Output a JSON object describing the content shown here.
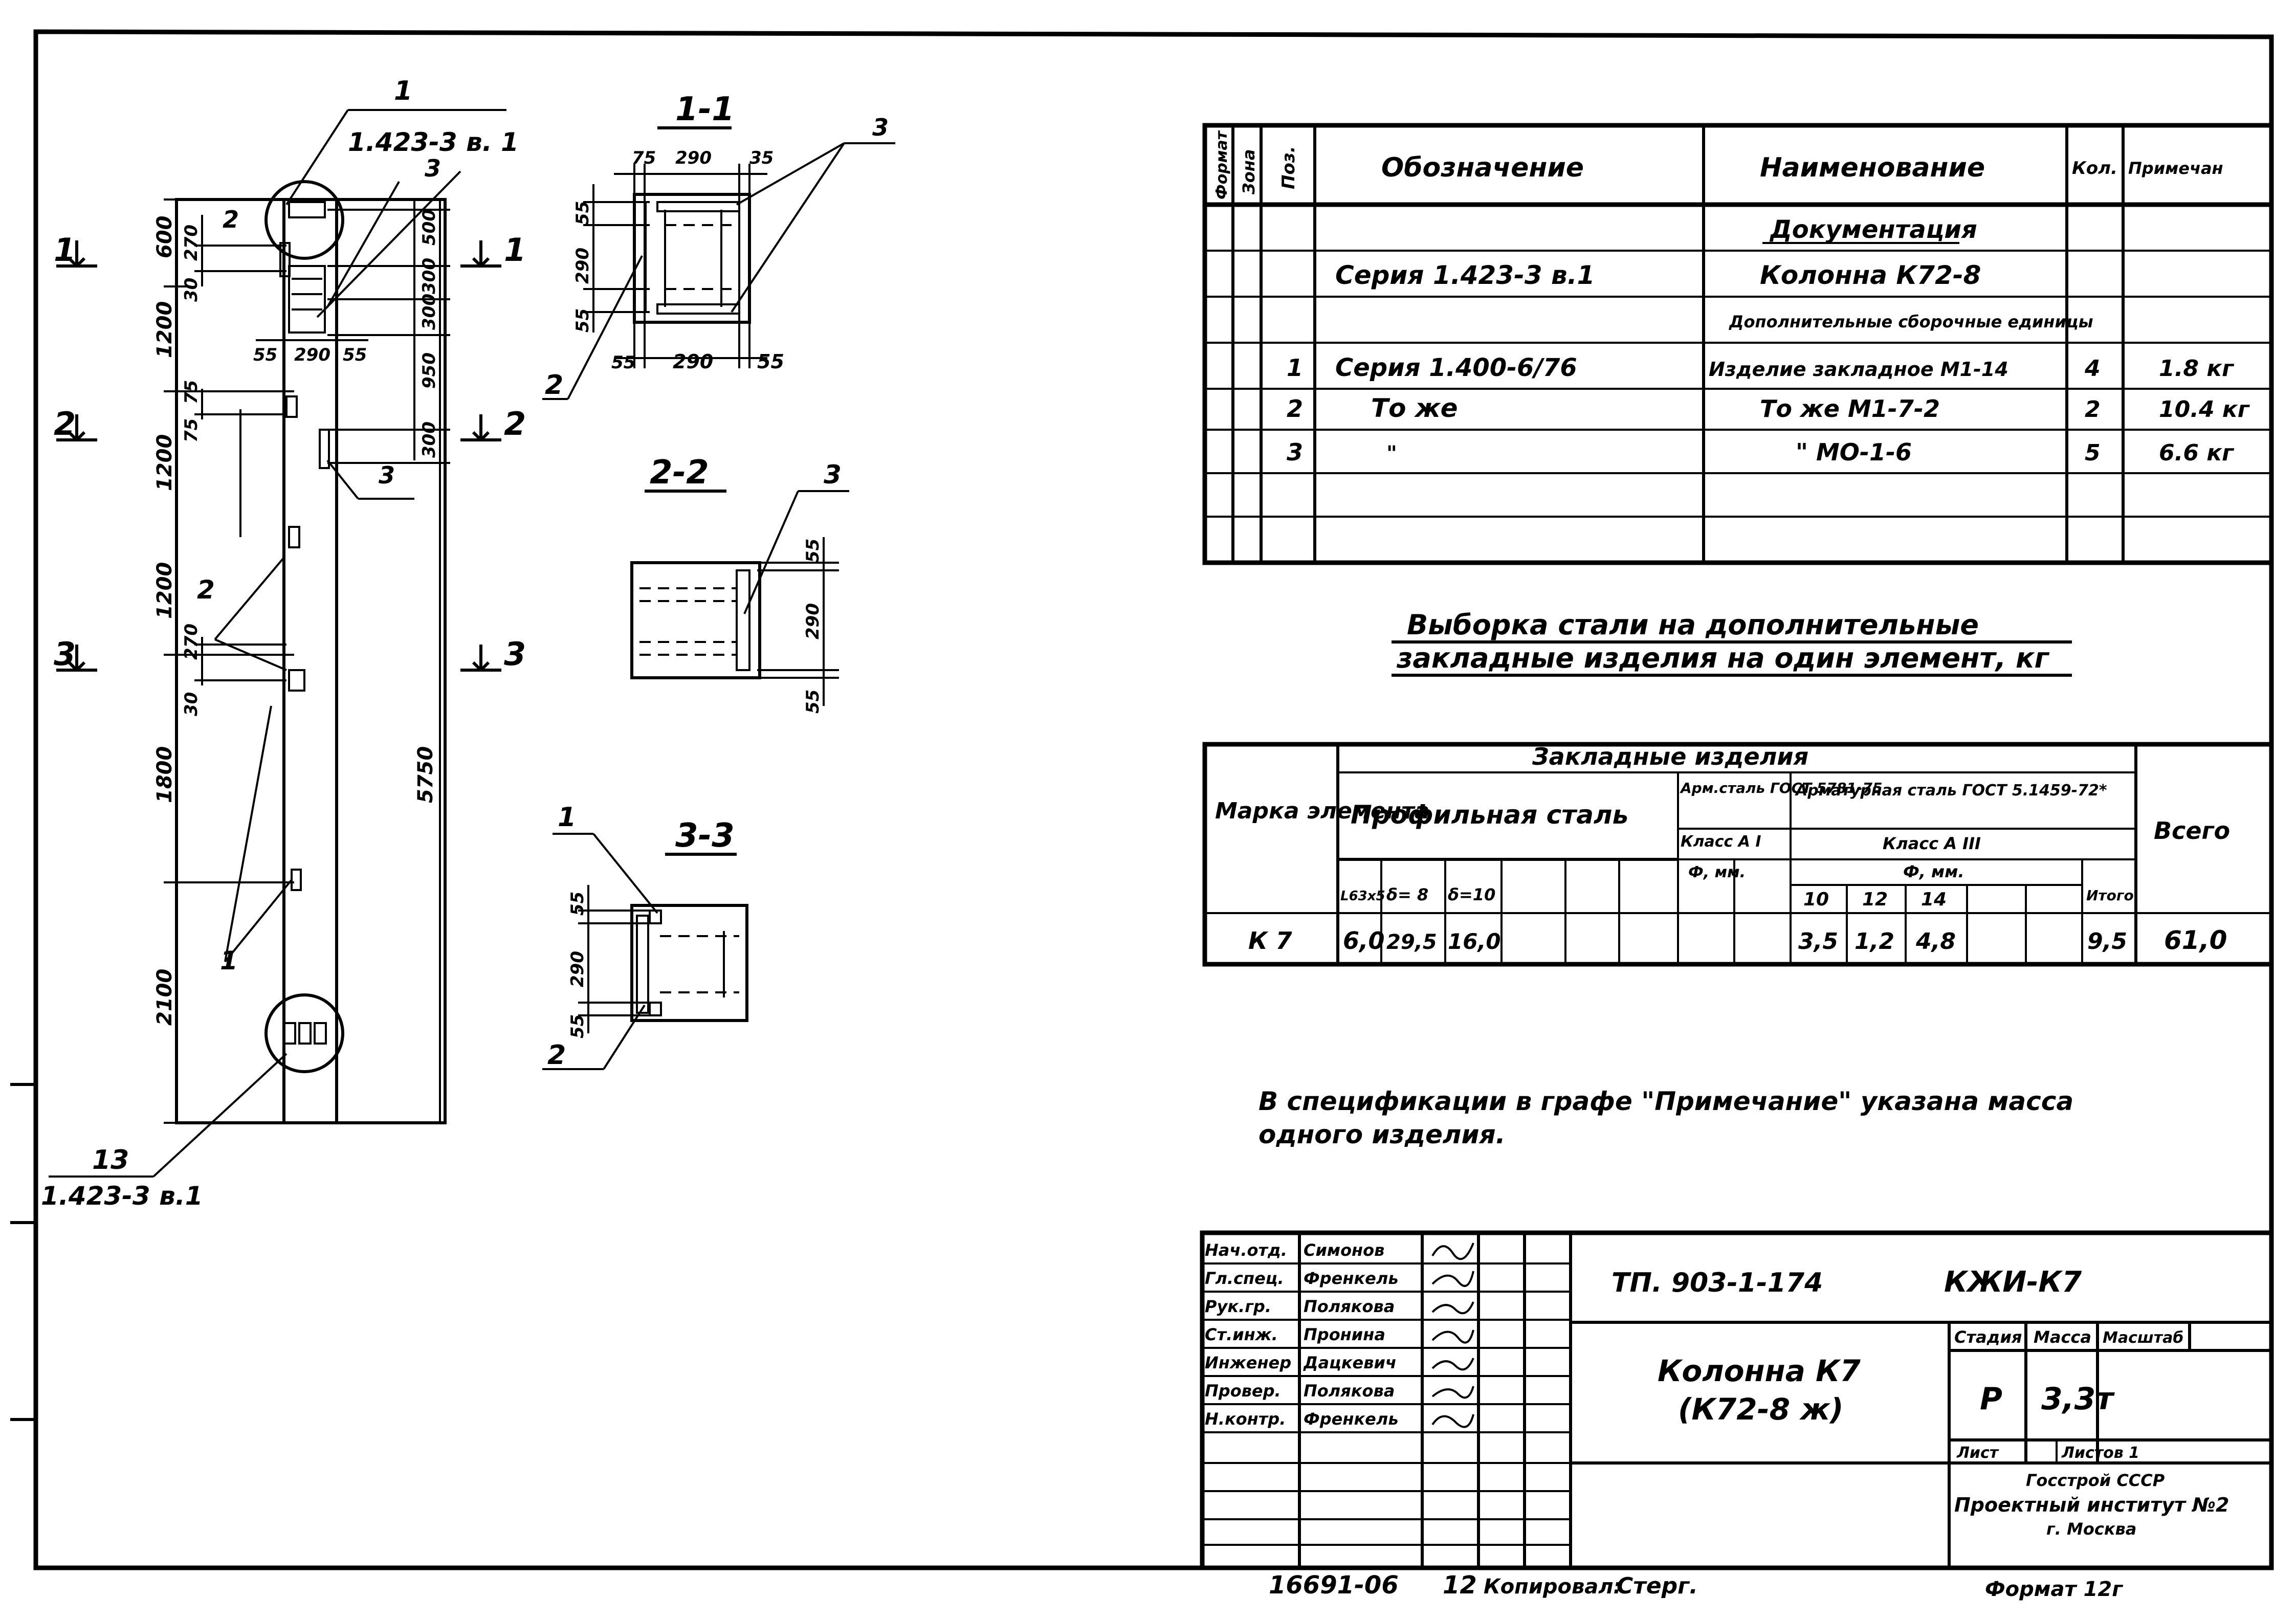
{
  "drawing": {
    "column": {
      "top_callout": "1",
      "top_callout_ref": "1.423-3 в. 1",
      "callout_2a": "2",
      "callout_3a": "3",
      "callout_3b": "3",
      "callout_2b": "2",
      "callout_1": "1",
      "bottom_callout": "13",
      "bottom_callout_ref": "1.423-3 в.1",
      "dims_left": [
        "600",
        "1200",
        "1200",
        "1200",
        "1800",
        "2100"
      ],
      "dims_inner": [
        "270",
        "30",
        "75",
        "75",
        "270",
        "30"
      ],
      "dims_right": [
        "500",
        "300",
        "300",
        "950",
        "300"
      ],
      "dims_bottom": [
        "55",
        "290",
        "55"
      ],
      "total_height": "5750"
    },
    "section_marks": [
      {
        "num": "1"
      },
      {
        "num": "1"
      },
      {
        "num": "2"
      },
      {
        "num": "2"
      },
      {
        "num": "3"
      },
      {
        "num": "3"
      }
    ],
    "section_1": {
      "title": "1-1",
      "callout_3": "3",
      "callout_2": "2",
      "top_dims": [
        "75",
        "290",
        "35"
      ],
      "side_dims": [
        "55",
        "290",
        "55"
      ],
      "bottom_dims": [
        "55",
        "290",
        "55"
      ]
    },
    "section_2": {
      "title": "2-2",
      "callout_3": "3",
      "side_dims": [
        "55",
        "290",
        "55"
      ]
    },
    "section_3": {
      "title": "3-3",
      "callout_1": "1",
      "callout_2": "2",
      "side_dims": [
        "55",
        "290",
        "55"
      ]
    }
  },
  "spec_table": {
    "headers": [
      "Формат",
      "Зона",
      "Поз.",
      "Обозначение",
      "Наименование",
      "Кол.",
      "Примечан"
    ],
    "rows": [
      {
        "pos": "",
        "designation": "",
        "name": "Документация",
        "qty": "",
        "note": ""
      },
      {
        "pos": "",
        "designation": "Серия 1.423-3 в.1",
        "name": "Колонна К72-8",
        "qty": "",
        "note": ""
      },
      {
        "pos": "",
        "designation": "",
        "name": "Дополнительные сборочные единицы",
        "qty": "",
        "note": ""
      },
      {
        "pos": "1",
        "designation": "Серия 1.400-6/76",
        "name": "Изделие закладное М1-14",
        "qty": "4",
        "note": "1.8 кг"
      },
      {
        "pos": "2",
        "designation": "То же",
        "name": "То же     М1-7-2",
        "qty": "2",
        "note": "10.4 кг"
      },
      {
        "pos": "3",
        "designation": "\"",
        "name": "\"     МО-1-6",
        "qty": "5",
        "note": "6.6 кг"
      },
      {
        "pos": "",
        "designation": "",
        "name": "",
        "qty": "",
        "note": ""
      },
      {
        "pos": "",
        "designation": "",
        "name": "",
        "qty": "",
        "note": ""
      }
    ]
  },
  "steel_title": {
    "line1": "Выборка стали на дополнительные",
    "line2": "закладные изделия на один элемент, кг"
  },
  "steel_table": {
    "group_header": "Закладные изделия",
    "mark_header": "Марка элемента",
    "profile_header": "Профильная сталь",
    "arm_steel_header": "Арм.сталь ГОСТ 5781-75",
    "arm_class_1": "Класс А I",
    "arm_diam_1": "Ф, мм.",
    "rebar_header": "Арматурная сталь ГОСТ 5.1459-72*",
    "rebar_class": "Класс А III",
    "rebar_diam": "Ф, мм.",
    "total_header": "Всего",
    "itogo": "Итого",
    "profile_cols": [
      "L63x5",
      "δ= 8",
      "δ=10"
    ],
    "rebar_cols": [
      "10",
      "12",
      "14"
    ],
    "row": {
      "mark": "К 7",
      "profile": [
        "6,0",
        "29,5",
        "16,0"
      ],
      "rebar": [
        "3,5",
        "1,2",
        "4,8"
      ],
      "itogo": "9,5",
      "total": "61,0"
    }
  },
  "note": {
    "line1": "В спецификации в графе \"Примечание\" указана  масса",
    "line2": "одного  изделия."
  },
  "title_block": {
    "roles": [
      "Нач.отд.",
      "Гл.спец.",
      "Рук.гр.",
      "Ст.инж.",
      "Инженер",
      "Провер.",
      "Н.контр."
    ],
    "names": [
      "Симонов",
      "Френкель",
      "Полякова",
      "Пронина",
      "Дацкевич",
      "Полякова",
      "Френкель"
    ],
    "project": "ТП. 903-1-174",
    "code": "КЖИ-К7",
    "title_line1": "Колонна К7",
    "title_line2": "(К72-8 ж)",
    "stage_label": "Стадия",
    "mass_label": "Масса",
    "scale_label": "Масштаб",
    "stage": "Р",
    "mass": "3,3т",
    "sheet_label": "Лист",
    "sheets_label": "Листов 1",
    "org1": "Госстрой СССР",
    "org2": "Проектный институт №2",
    "org3": "г. Москва"
  },
  "footer": {
    "number": "16691-06",
    "num2": "12",
    "copied": "Копировал:",
    "copier": "Стерг.",
    "format": "Формат 12г"
  }
}
